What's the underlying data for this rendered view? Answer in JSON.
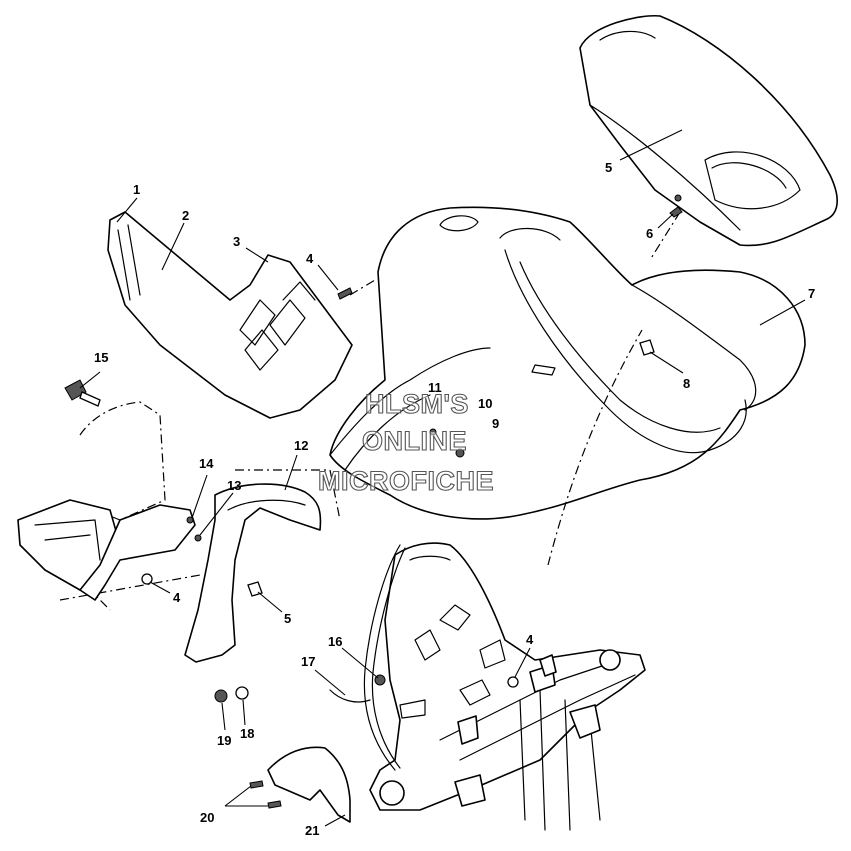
{
  "watermark": {
    "line1": "HLSM'S",
    "line2": "ONLINE",
    "line3": "MICROFICHE"
  },
  "callouts": {
    "c1": "1",
    "c2": "2",
    "c3": "3",
    "c4a": "4",
    "c5a": "5",
    "c6": "6",
    "c7": "7",
    "c8": "8",
    "c9": "9",
    "c10": "10",
    "c11": "11",
    "c12": "12",
    "c13": "13",
    "c14": "14",
    "c15": "15",
    "c4b": "4",
    "c5b": "5",
    "c16": "16",
    "c17": "17",
    "c4c": "4",
    "c18": "18",
    "c19": "19",
    "c20": "20",
    "c21": "21"
  },
  "colors": {
    "line": "#000000",
    "background": "#ffffff",
    "watermark_outline": "#555555"
  }
}
